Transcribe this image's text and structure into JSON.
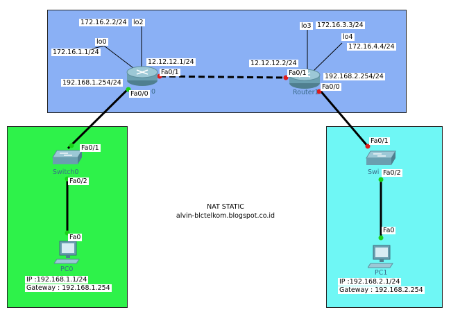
{
  "colors": {
    "wan_zone": "#8ab0f5",
    "lan_left_zone": "#2ef24a",
    "lan_right_zone": "#6ff7f5",
    "link_up": "#19d219",
    "link_down": "#e01b1b",
    "cable": "#000000"
  },
  "devices": {
    "router0": {
      "name": "0",
      "icon": "router-icon"
    },
    "router1": {
      "name": "Router1",
      "icon": "router-icon"
    },
    "switch0": {
      "name": "Switch0",
      "icon": "switch-icon"
    },
    "switch1": {
      "name": "Swi",
      "icon": "switch-icon"
    },
    "pc0": {
      "name": "PC0",
      "icon": "pc-icon",
      "ip": "IP :192.168.1.1/24",
      "gateway": "Gateway : 192.168.1.254"
    },
    "pc1": {
      "name": "PC1",
      "icon": "pc-icon",
      "ip": "IP :192.168.2.1/24",
      "gateway": "Gateway : 192.168.2.254"
    }
  },
  "router0_labels": {
    "lo2_ip": "172.16.2.2/24",
    "lo2": "lo2",
    "lo0": "lo0",
    "lo0_ip": "172.16.1.1/24",
    "wan_ip": "12.12.12.1/24",
    "wan_port": "Fa0/1",
    "lan_ip": "192.168.1.254/24",
    "lan_port": "Fa0/0"
  },
  "router1_labels": {
    "lo3": "lo3",
    "lo3_ip": "172.16.3.3/24",
    "lo4": "lo4",
    "lo4_ip": "172.16.4.4/24",
    "wan_ip": "12.12.12.2/24",
    "wan_port": "Fa0/1",
    "lan_ip": "192.168.2.254/24",
    "lan_port": "Fa0/0"
  },
  "switch0_labels": {
    "up_port": "Fa0/1",
    "down_port": "Fa0/2"
  },
  "switch1_labels": {
    "up_port": "Fa0/1",
    "down_port": "Fa0/2"
  },
  "pc0_labels": {
    "port": "Fa0"
  },
  "pc1_labels": {
    "port": "Fa0"
  },
  "center": {
    "title": "NAT STATIC",
    "subtitle": "alvin-blctelkom.blogspot.co.id"
  }
}
